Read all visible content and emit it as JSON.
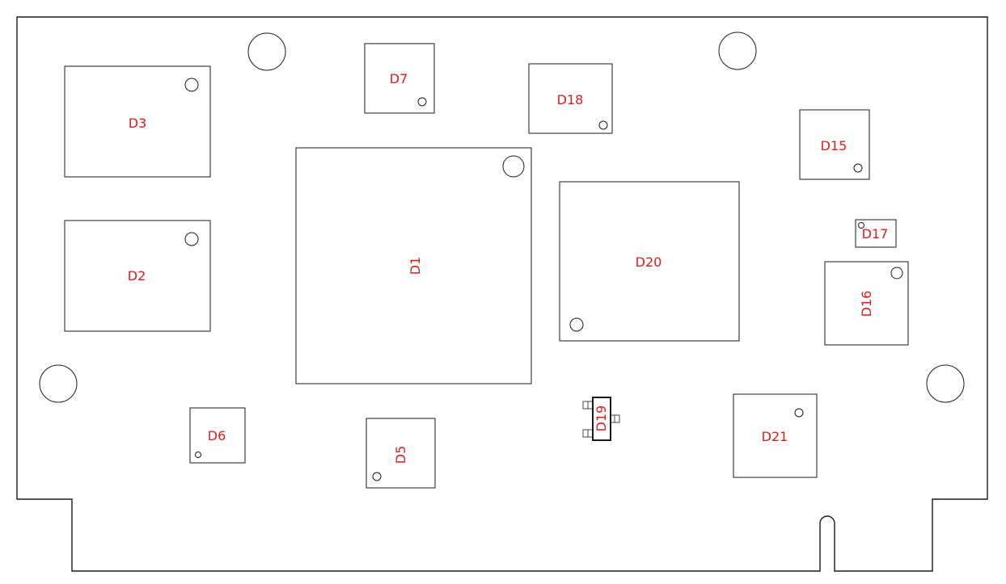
{
  "colors": {
    "outline": "#1a1a1a",
    "label": "#e01b1b",
    "background": "#ffffff"
  },
  "components": {
    "d1": {
      "label": "D1"
    },
    "d2": {
      "label": "D2"
    },
    "d3": {
      "label": "D3"
    },
    "d5": {
      "label": "D5"
    },
    "d6": {
      "label": "D6"
    },
    "d7": {
      "label": "D7"
    },
    "d15": {
      "label": "D15"
    },
    "d16": {
      "label": "D16"
    },
    "d17": {
      "label": "D17"
    },
    "d18": {
      "label": "D18"
    },
    "d19": {
      "label": "D19"
    },
    "d20": {
      "label": "D20"
    },
    "d21": {
      "label": "D21"
    }
  }
}
